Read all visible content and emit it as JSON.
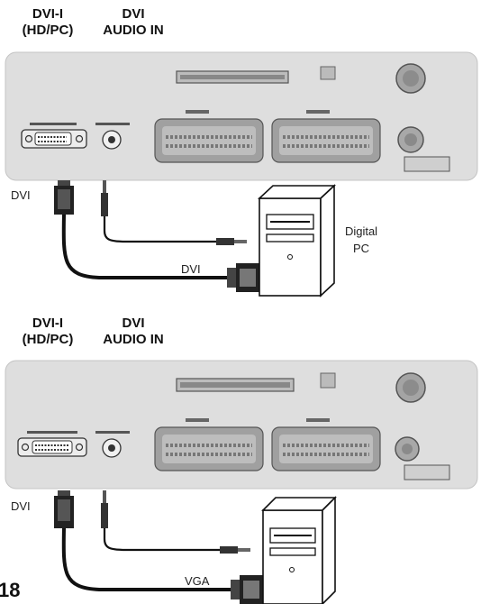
{
  "diagram1": {
    "label_dvi_i": "DVI-I",
    "label_hd_pc": "(HD/PC)",
    "label_dvi": "DVI",
    "label_audio_in": "AUDIO IN",
    "cable_end_label": "DVI",
    "cable_label": "DVI",
    "device_label_line1": "Digital",
    "device_label_line2": "PC"
  },
  "diagram2": {
    "label_dvi_i": "DVI-I",
    "label_hd_pc": "(HD/PC)",
    "label_dvi": "DVI",
    "label_audio_in": "AUDIO IN",
    "cable_end_label": "DVI",
    "cable_label": "VGA"
  },
  "page_number": "18",
  "colors": {
    "panel": "#dedede",
    "panel_edge": "#c8c8c8",
    "ink": "#111111",
    "scart": "#9a9a9a"
  }
}
